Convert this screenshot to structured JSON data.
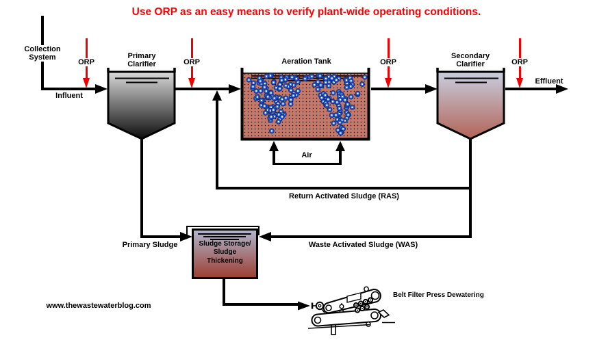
{
  "title": {
    "text": "Use ORP as an easy means to verify plant-wide operating conditions.",
    "color": "#FF0000"
  },
  "nodes": {
    "collection_system": {
      "line1": "Collection",
      "line2": "System"
    },
    "primary_clarifier": {
      "line1": "Primary",
      "line2": "Clarifier"
    },
    "aeration_tank": {
      "label": "Aeration Tank"
    },
    "secondary_clarifier": {
      "line1": "Secondary",
      "line2": "Clarifier"
    },
    "sludge_storage": {
      "line1": "Sludge Storage/",
      "line2": "Sludge",
      "line3": "Thickening"
    },
    "belt_filter_press": {
      "label": "Belt Filter Press Dewatering"
    }
  },
  "streams": {
    "influent": "Influent",
    "effluent": "Effluent",
    "air": "Air",
    "ras": "Return Activated Sludge (RAS)",
    "was": "Waste Activated Sludge (WAS)",
    "primary_sludge": "Primary Sludge"
  },
  "sensors": {
    "orp_label": "ORP",
    "count": 4,
    "arrow_color": "#EE0000"
  },
  "footer": {
    "website": "www.thewastewaterblog.com"
  },
  "colors": {
    "line": "#000000",
    "aeration_fill": "#C4796B",
    "bubble": "#2B5FE0",
    "bubble_outline": "#12327F",
    "primary_clarifier_top": "#D9D9D9",
    "primary_clarifier_bottom": "#0D0D0D",
    "secondary_clarifier_top": "#C8CEE0",
    "secondary_clarifier_bottom": "#B26356",
    "sludge_top": "#AFB4CC",
    "sludge_bottom": "#9C4033"
  }
}
